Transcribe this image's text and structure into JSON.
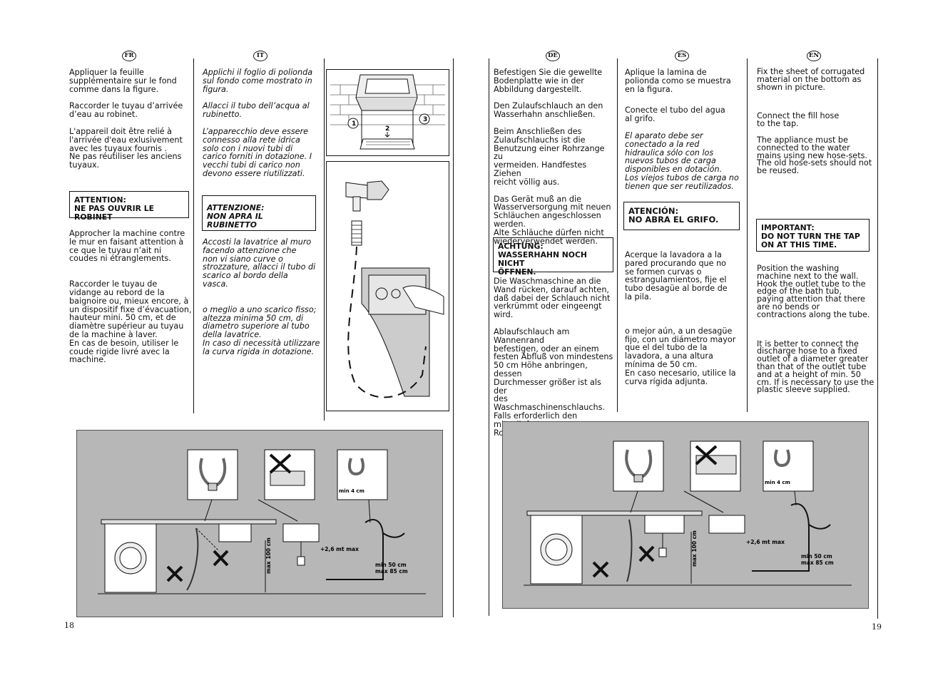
{
  "left_page": {
    "page_number": "18",
    "fr": {
      "flag": "FR",
      "p1": "Appliquer la feuille\nsupplémentaire sur le fond\ncomme dans la figure.",
      "p2": "Raccorder le tuyau d’arrivée\nd’eau au robinet.",
      "p3": "L'appareil doit être relié à\nl'arrivée d'eau exlusivement\navec les tuyaux fournis .\nNe pas réutiliser  les anciens\ntuyaux.",
      "warning": "ATTENTION:\nNE PAS OUVRIR LE ROBINET",
      "p4": "Approcher la machine contre\nle mur en faisant attention à\nce que le tuyau n’ait ni\ncoudes ni étranglements.",
      "p5": "Raccorder le tuyau de\nvidange au rebord de la\nbaignoire ou, mieux encore, à\nun dispositif fixe d’évacuation,\nhauteur mini. 50 cm, et de\ndiamètre supérieur au tuyau\nde la machine à laver.\nEn cas de besoin, utiliser le\ncoude rigide livré avec la\nmachine."
    },
    "it": {
      "flag": "IT",
      "p1": "Applichi il foglio di polionda\nsul fondo come mostrato in\nfigura.",
      "p2": "Allacci il tubo dell’acqua al\nrubinetto.",
      "p3": "L’apparecchio deve essere\nconnesso alla rete idrica\nsolo con i nuovi tubi di\ncarico forniti in dotazione. I\nvecchi tubi di carico non\ndevono essere riutilizzati.",
      "warning": "ATTENZIONE:\nNON APRA IL RUBINETTO",
      "p4": "Accosti la lavatrice al muro\nfacendo attenzione che\nnon vi siano curve o\nstrozzature, allacci il tubo di\nscarico al bordo della\nvasca.",
      "p5": "o meglio a uno scarico fisso;\naltezza minima 50 cm, di\ndiametro superiore al tubo\ndella lavatrice.\nIn caso di necessità utilizzare\nla curva rigida in dotazione."
    },
    "figure_labels": {
      "n1": "1",
      "n2": "2",
      "n3": "3"
    }
  },
  "right_page": {
    "page_number": "19",
    "de": {
      "flag": "DE",
      "p1": "Befestigen Sie die gewellte\nBodenplatte wie in der\nAbbildung dargestellt.",
      "p2": "Den Zulaufschlauch an den\nWasserhahn anschließen.",
      "p3": "Beim Anschließen des\nZulaufschlauchs ist die\nBenutzung einer Rohrzange zu\nvermeiden. Handfestes Ziehen\nreicht völlig aus.",
      "p4": "Das Gerät muß an die\nWasserversorgung mit neuen\nSchläuchen angeschlossen\nwerden.\nAlte Schläuche dürfen nicht\nwiederverwendet werden.",
      "warning": "ACHTUNG:\nWASSERHAHN NOCH NICHT\nÖFFNEN.",
      "p5": "Die Waschmaschine an die\nWand rücken, darauf achten,\ndaß dabei der Schlauch nicht\nverkrümmt oder eingeengt\nwird.",
      "p6": "Ablaufschlauch am\nWannenrand\nbefestigen, oder an einem\nfesten Abfluß von mindestens\n50 cm Höhe anbringen, dessen\nDurchmesser größer ist als der\ndes\nWaschmaschinenschlauchs.\nFalls erforderlich den\nmitgelieferten starren\nRohrbogen benutzen."
    },
    "es": {
      "flag": "ES",
      "p1": "Aplique la lamina de\npolionda como se muestra\nen la figura.",
      "p2": "Conecte el tubo del agua\nal grifo.",
      "p3": "El aparato debe ser\nconectado a la red\nhidraulica sólo con los\nnuevos tubos de carga\ndisponibles en dotación.\nLos viejos tubos de carga no\ntienen que ser reutilizados.",
      "warning": "ATENCIÓN:\nNO ABRA EL GRIFO.",
      "p4": "Acerque la lavadora a la\npared procurando que no\nse formen curvas o\nestrangulamientos, fije el\ntubo desagüe al borde de\nla pila.",
      "p5": "o mejor aún, a un desagüe\nfijo, con un diámetro mayor\nque el del tubo de la\nlavadora, a una altura\nmínima de 50 cm.\nEn caso necesario, utilice la\ncurva rígida adjunta."
    },
    "en": {
      "flag": "EN",
      "p1": "Fix the sheet of corrugated\nmaterial on the bottom as\nshown in picture.",
      "p2": "Connect the fill hose\nto the tap.",
      "p3": "The appliance must be\nconnected to the water\nmains using new hose-sets.\nThe old hose-sets should not\nbe reused.",
      "warning": "IMPORTANT:\nDO NOT TURN THE TAP\nON AT THIS TIME.",
      "p4": "Position the washing\nmachine next to the wall.\nHook the outlet tube to the\nedge of the bath tub,\npaying attention that there\nare no bends or\ncontractions along the tube.",
      "p5": "It is better to connect the\ndischarge hose to a fixed\noutlet of a diameter greater\nthan that of the outlet tube\nand at a height of min. 50\ncm. If is necessary to use the\nplastic sleeve supplied."
    }
  },
  "install_diagram": {
    "label_min4": "min 4 cm",
    "label_height": "+2,6 mt max",
    "label_max100": "max 100 cm",
    "label_min50": "min 50 cm",
    "label_max85": "max 85 cm"
  }
}
